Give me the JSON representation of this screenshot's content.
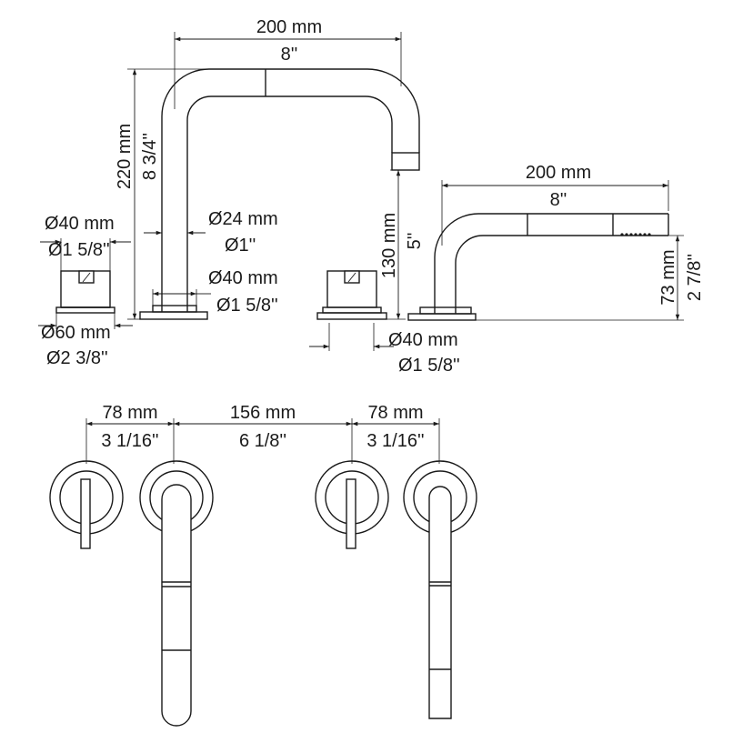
{
  "dimensions": {
    "spout_width_mm": "200 mm",
    "spout_width_in": "8''",
    "spout_height_mm": "220 mm",
    "spout_height_in": "8 3/4''",
    "handle_dia_mm": "Ø40 mm",
    "handle_dia_in": "Ø1 5/8''",
    "pipe_dia_mm": "Ø24 mm",
    "pipe_dia_in": "Ø1''",
    "spout_base_dia_mm": "Ø40 mm",
    "spout_base_dia_in": "Ø1 5/8''",
    "flange_dia_mm": "Ø60 mm",
    "flange_dia_in": "Ø2 3/8''",
    "outlet_height_mm": "130 mm",
    "outlet_height_in": "5''",
    "shower_length_mm": "200 mm",
    "shower_length_in": "8''",
    "shower_height_mm": "73 mm",
    "shower_height_in": "2 7/8''",
    "shower_base_dia_mm": "Ø40 mm",
    "shower_base_dia_in": "Ø1 5/8''",
    "spacing_left_mm": "78 mm",
    "spacing_left_in": "3 1/16''",
    "spacing_mid_mm": "156 mm",
    "spacing_mid_in": "6 1/8''",
    "spacing_right_mm": "78 mm",
    "spacing_right_in": "3 1/16''"
  }
}
